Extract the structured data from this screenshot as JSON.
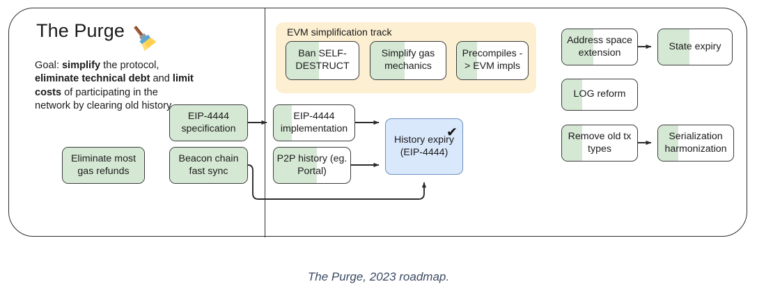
{
  "figure": {
    "caption": "The Purge, 2023 roadmap.",
    "title": "The Purge",
    "title_icon": "paintbrush-icon"
  },
  "goal": {
    "segments": [
      {
        "text": "Goal: ",
        "bold": false
      },
      {
        "text": "simplify",
        "bold": true
      },
      {
        "text": " the protocol, ",
        "bold": false
      },
      {
        "text": "eliminate technical debt",
        "bold": true
      },
      {
        "text": " and ",
        "bold": false
      },
      {
        "text": "limit costs",
        "bold": true
      },
      {
        "text": " of participating in the network by clearing old history",
        "bold": false
      }
    ],
    "plain": "Goal: simplify the protocol, eliminate technical debt and limit costs of participating in the network by clearing old history"
  },
  "track": {
    "label": "EVM simplification track",
    "background": "#fcefd2",
    "items": [
      {
        "label": "Ban SELF-DESTRUCT",
        "progress": 45
      },
      {
        "label": "Simplify gas mechanics",
        "progress": 45
      },
      {
        "label": "Precompiles -> EVM impls",
        "progress": 28
      }
    ]
  },
  "nodes": {
    "eliminate_gas_refunds": {
      "label": "Eliminate most gas refunds",
      "progress": 100
    },
    "eip4444_specification": {
      "label": "EIP-4444 specification",
      "progress": 100
    },
    "beacon_chain_fast_sync": {
      "label": "Beacon chain fast sync",
      "progress": 100
    },
    "eip4444_implementation": {
      "label": "EIP-4444 implementation",
      "progress": 22
    },
    "p2p_history": {
      "label": "P2P history (eg. Portal)",
      "progress": 56
    },
    "history_expiry": {
      "label": "History expiry (EIP-4444)",
      "badge": "✔",
      "fill": "#dae8fc"
    },
    "address_space_extension": {
      "label": "Address space extension",
      "progress": 42
    },
    "state_expiry": {
      "label": "State expiry",
      "progress": 42
    },
    "log_reform": {
      "label": "LOG reform",
      "progress": 27
    },
    "remove_old_tx_types": {
      "label": "Remove old tx types",
      "progress": 27
    },
    "serialization_harmonization": {
      "label": "Serialization harmonization",
      "progress": 27
    }
  },
  "colors": {
    "green_fill": "#d5e8d4",
    "blue_fill": "#dae8fc",
    "blue_stroke": "#6b8ebf",
    "yellow_fill": "#fcefd2",
    "node_stroke": "#3a3a3a",
    "frame_stroke": "#2b2b2b",
    "caption_text": "#3b4a63"
  }
}
